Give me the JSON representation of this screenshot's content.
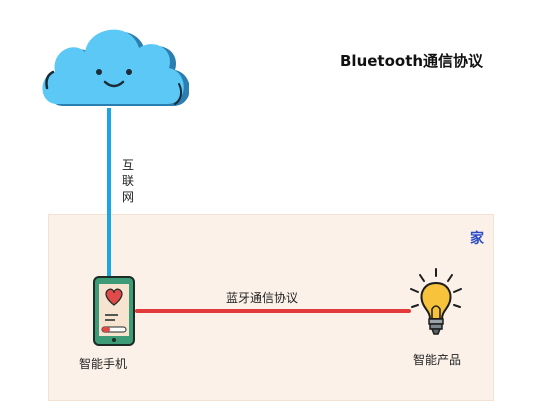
{
  "title": "Bluetooth通信协议",
  "home_label": "家",
  "internet_label": "互联网",
  "bluetooth_label": "蓝牙通信协议",
  "phone_label": "智能手机",
  "product_label": "智能产品",
  "icons": {
    "cloud": "smiling-cloud-icon",
    "phone": "smartphone-heart-icon",
    "bulb": "light-bulb-icon"
  },
  "colors": {
    "internet_line": "#1aa6e6",
    "bluetooth_line": "#e23a3a",
    "home_background": "#fbf1e8",
    "home_label": "#2b4cc6",
    "cloud": "#5bc8f5"
  }
}
